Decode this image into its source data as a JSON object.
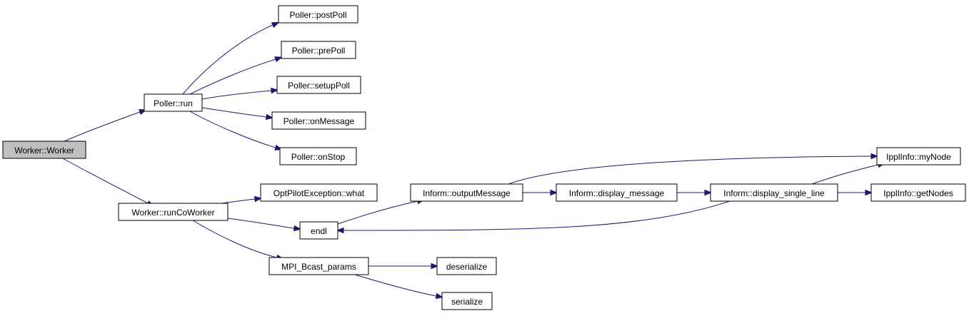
{
  "colors": {
    "edge": "#191970",
    "root_fill": "#bfbfbf",
    "node_fill": "#ffffff",
    "border": "#000000"
  },
  "nodes": {
    "worker": "Worker::Worker",
    "poller_run": "Poller::run",
    "post_poll": "Poller::postPoll",
    "pre_poll": "Poller::prePoll",
    "setup_poll": "Poller::setupPoll",
    "on_message": "Poller::onMessage",
    "on_stop": "Poller::onStop",
    "run_co_worker": "Worker::runCoWorker",
    "opt_pilot_what": "OptPilotException::what",
    "endl": "endl",
    "mpi_bcast": "MPI_Bcast_params",
    "deserialize": "deserialize",
    "serialize": "serialize",
    "output_message": "Inform::outputMessage",
    "display_message": "Inform::display_message",
    "display_single_line": "Inform::display_single_line",
    "my_node": "IpplInfo::myNode",
    "get_nodes": "IpplInfo::getNodes"
  },
  "edges": [
    {
      "from": "worker",
      "to": "poller_run"
    },
    {
      "from": "worker",
      "to": "run_co_worker"
    },
    {
      "from": "poller_run",
      "to": "post_poll"
    },
    {
      "from": "poller_run",
      "to": "pre_poll"
    },
    {
      "from": "poller_run",
      "to": "setup_poll"
    },
    {
      "from": "poller_run",
      "to": "on_message"
    },
    {
      "from": "poller_run",
      "to": "on_stop"
    },
    {
      "from": "run_co_worker",
      "to": "opt_pilot_what"
    },
    {
      "from": "run_co_worker",
      "to": "endl"
    },
    {
      "from": "run_co_worker",
      "to": "mpi_bcast"
    },
    {
      "from": "endl",
      "to": "output_message"
    },
    {
      "from": "mpi_bcast",
      "to": "deserialize"
    },
    {
      "from": "mpi_bcast",
      "to": "serialize"
    },
    {
      "from": "output_message",
      "to": "display_message"
    },
    {
      "from": "output_message",
      "to": "my_node"
    },
    {
      "from": "display_message",
      "to": "display_single_line"
    },
    {
      "from": "display_single_line",
      "to": "my_node"
    },
    {
      "from": "display_single_line",
      "to": "get_nodes"
    },
    {
      "from": "display_single_line",
      "to": "endl"
    }
  ]
}
